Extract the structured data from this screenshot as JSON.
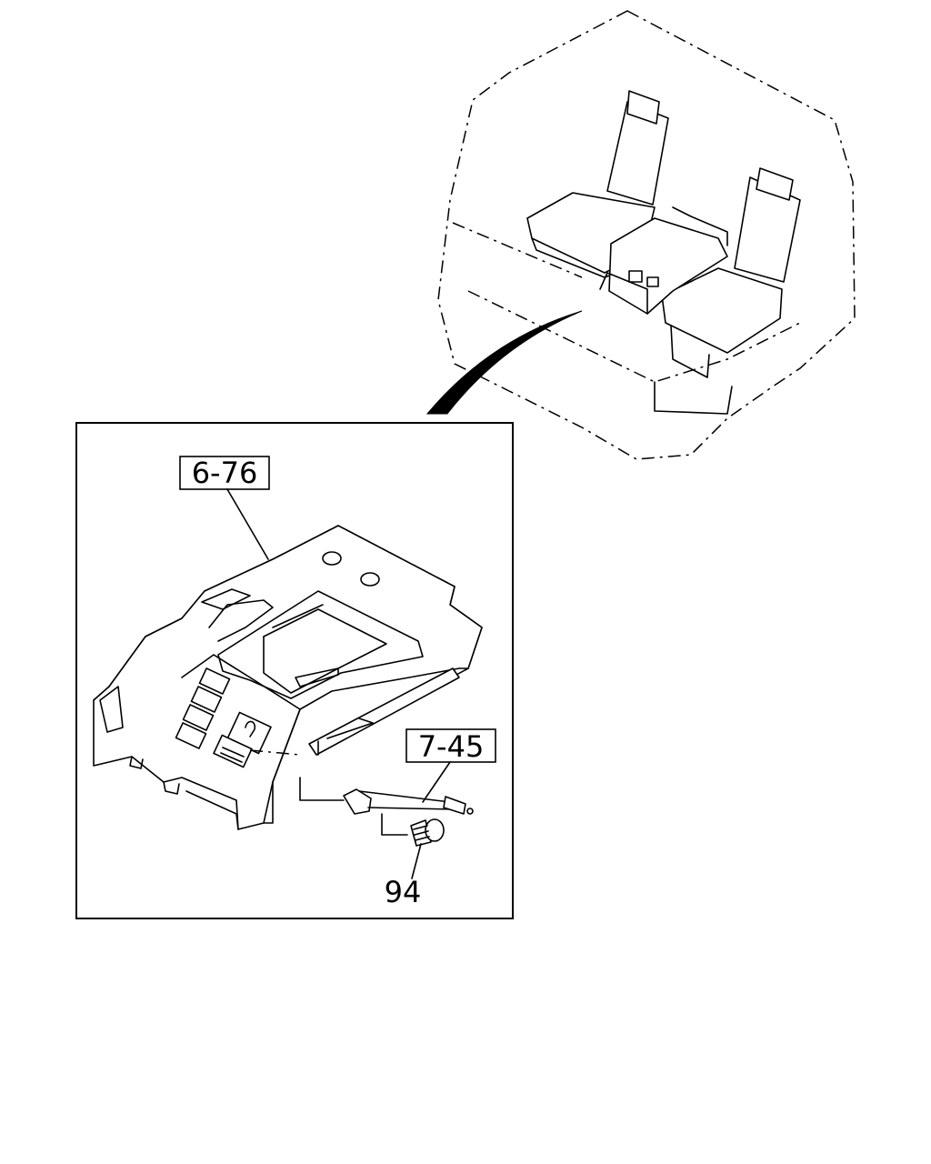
{
  "callouts": {
    "console_ref": "6-76",
    "bracket_ref": "7-45",
    "bolt_ref": "94"
  },
  "colors": {
    "line": "#000000",
    "background": "#ffffff"
  }
}
